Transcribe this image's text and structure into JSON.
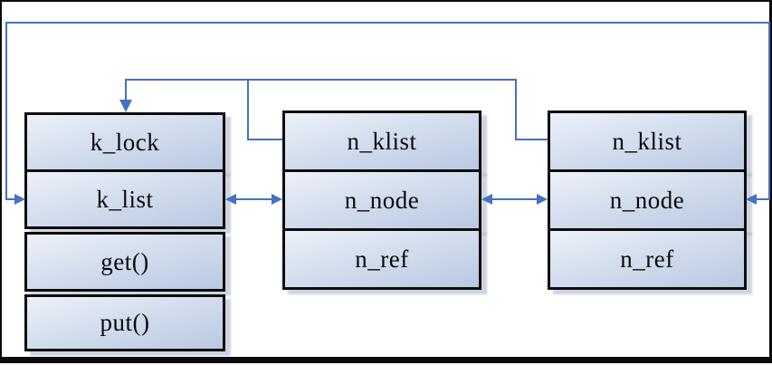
{
  "figure": {
    "kind": "linked-list-structure-diagram"
  },
  "colors": {
    "connector_blue": "#4472c4",
    "cell_border": "#0d0d0d",
    "cell_fill_light": "#edf1f8",
    "cell_fill_dark": "#bac8e1",
    "cell_shadow": "#a4afc4",
    "frame_border": "#0b0b0b",
    "background": "#ffffff"
  },
  "boxes": [
    {
      "name": "klist-struct",
      "cells": [
        {
          "label": "k_lock"
        },
        {
          "label": "k_list"
        },
        {
          "label": "get()"
        },
        {
          "label": "put()"
        }
      ]
    },
    {
      "name": "klist-node-1",
      "cells": [
        {
          "label": "n_klist"
        },
        {
          "label": "n_node"
        },
        {
          "label": "n_ref"
        }
      ]
    },
    {
      "name": "klist-node-2",
      "cells": [
        {
          "label": "n_klist"
        },
        {
          "label": "n_node"
        },
        {
          "label": "n_ref"
        }
      ]
    }
  ],
  "connectors": [
    {
      "name": "circular-list-loop",
      "description": "k_list to last node n_node around outer border, arrowheads at both ends"
    },
    {
      "name": "nklist-backpointers",
      "description": "n_klist fields of both nodes join and point down into top of klist struct"
    },
    {
      "name": "klist-node1-double-arrow",
      "description": "double-headed arrow between k_list and first n_node"
    },
    {
      "name": "node1-node2-double-arrow",
      "description": "double-headed arrow between first and second n_node"
    }
  ]
}
